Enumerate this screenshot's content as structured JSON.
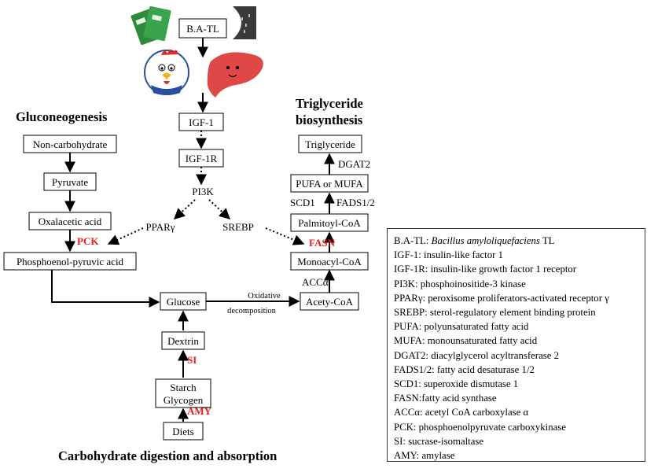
{
  "headings": {
    "gluconeogenesis": "Gluconeogenesis",
    "triglyceride_line1": "Triglyceride",
    "triglyceride_line2": "biosynthesis",
    "carbohydrate": "Carbohydrate digestion and absorption"
  },
  "nodes": {
    "ba_tl": "B.A-TL",
    "igf1": "IGF-1",
    "igf1r": "IGF-1R",
    "pi3k": "PI3K",
    "ppar": "PPARγ",
    "srebp": "SREBP",
    "non_carb": "Non-carbohydrate",
    "pyruvate": "Pyruvate",
    "oxalacetic": "Oxalacetic acid",
    "pep": "Phosphoenol-pyruvic acid",
    "glucose": "Glucose",
    "dextrin": "Dextrin",
    "starch": "Starch",
    "glycogen": "Glycogen",
    "diets": "Diets",
    "triglyceride": "Triglyceride",
    "pufa_mufa": "PUFA or MUFA",
    "palmitoyl": "Palmitoyl-CoA",
    "monoacyl": "Monoacyl-CoA",
    "acety": "Acety-CoA"
  },
  "enzymes": {
    "pck": "PCK",
    "si": "SI",
    "amy": "AMY",
    "fasn": "FASN",
    "dgat2": "DGAT2",
    "scd1": "SCD1",
    "fads": "FADS1/2",
    "acca": "ACCα"
  },
  "edge_labels": {
    "oxidative_line1": "Oxidative",
    "oxidative_line2": "decomposition"
  },
  "colors": {
    "enzyme_red": "#e8201c",
    "line": "#000000"
  },
  "icons": [
    "feed-additive-packages-icon",
    "bacteria-micrograph-icon",
    "chicken-mascot-icon",
    "liver-icon"
  ],
  "legend": [
    {
      "abbr": "B.A-TL:",
      "desc_italic": "Bacillus amyloliquefaciens",
      "desc": "TL"
    },
    {
      "abbr": "IGF-1:",
      "desc": "insulin-like factor 1"
    },
    {
      "abbr": "IGF-1R:",
      "desc": "insulin-like growth factor 1 receptor"
    },
    {
      "abbr": "PI3K:",
      "desc": "phosphoinositide-3 kinase"
    },
    {
      "abbr": "PPARγ:",
      "desc": "peroxisome proliferators-activated receptor γ"
    },
    {
      "abbr": "SREBP:",
      "desc": "sterol-regulatory element binding protein"
    },
    {
      "abbr": "PUFA:",
      "desc": "polyunsaturated fatty acid"
    },
    {
      "abbr": "MUFA:",
      "desc": "monounsaturated fatty acid"
    },
    {
      "abbr": "DGAT2:",
      "desc": "diacylglycerol acyltransferase 2"
    },
    {
      "abbr": "FADS1/2:",
      "desc": "fatty acid desaturase 1/2"
    },
    {
      "abbr": "SCD1:",
      "desc": "superoxide dismutase 1"
    },
    {
      "abbr": "FASN:",
      "desc": "fatty acid synthase"
    },
    {
      "abbr": "ACCα:",
      "desc": "acetyl CoA carboxylase α"
    },
    {
      "abbr": "PCK:",
      "desc": "phosphoenolpyruvate carboxykinase"
    },
    {
      "abbr": "SI:",
      "desc": "sucrase-isomaltase"
    },
    {
      "abbr": "AMY:",
      "desc": "amylase"
    }
  ]
}
